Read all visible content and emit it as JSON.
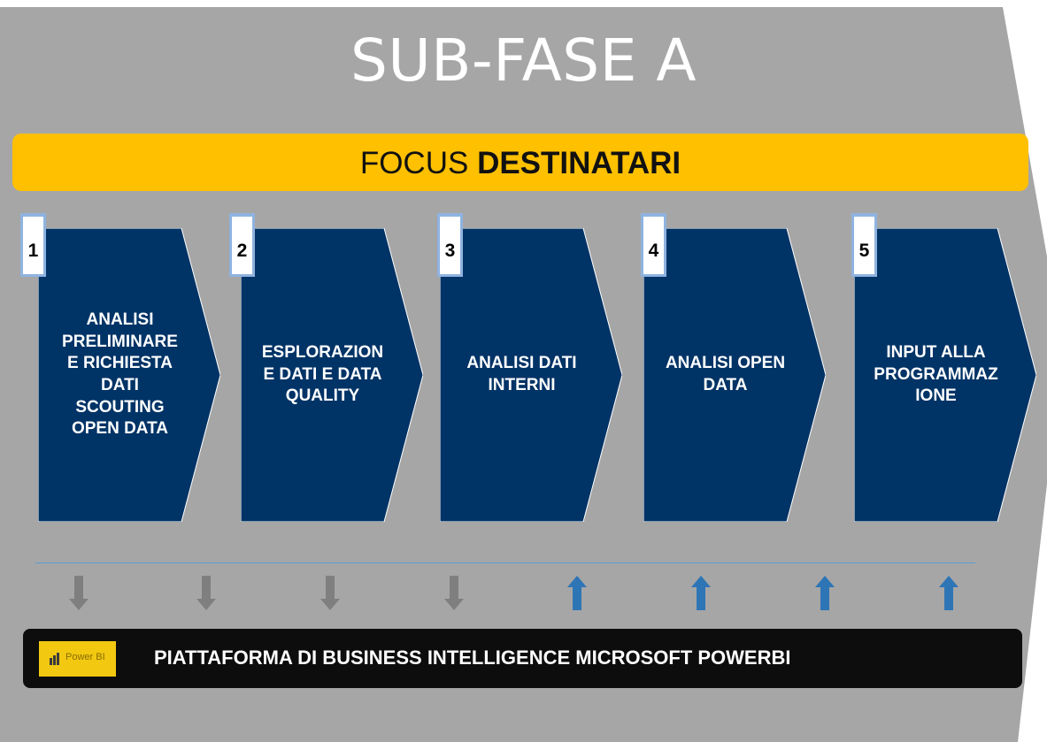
{
  "title": "SUB-FASE A",
  "banner": {
    "prefix": "FOCUS",
    "bold": "DESTINATARI"
  },
  "steps": [
    {
      "number": "1",
      "lines": [
        "ANALISI",
        "PRELIMINARE",
        "E RICHIESTA",
        "DATI",
        "SCOUTING",
        "OPEN DATA"
      ]
    },
    {
      "number": "2",
      "lines": [
        "ESPLORAZION",
        "E DATI E DATA",
        "QUALITY"
      ]
    },
    {
      "number": "3",
      "lines": [
        "ANALISI DATI",
        "INTERNI"
      ]
    },
    {
      "number": "4",
      "lines": [
        "ANALISI OPEN",
        "DATA"
      ]
    },
    {
      "number": "5",
      "lines": [
        "INPUT ALLA",
        "PROGRAMMAZ",
        "IONE"
      ]
    }
  ],
  "arrows": [
    "down",
    "down",
    "down",
    "down",
    "up",
    "up",
    "up",
    "up"
  ],
  "platform": {
    "logo_text": "Power BI",
    "label": "PIATTAFORMA DI BUSINESS INTELLIGENCE MICROSOFT POWERBI"
  },
  "colors": {
    "background": "#a6a6a6",
    "step_fill": "#003366",
    "banner": "#ffc000",
    "arrow_down": "#7f7f7f",
    "arrow_up": "#2e75b6",
    "platform_bg": "#0d0d0d"
  }
}
